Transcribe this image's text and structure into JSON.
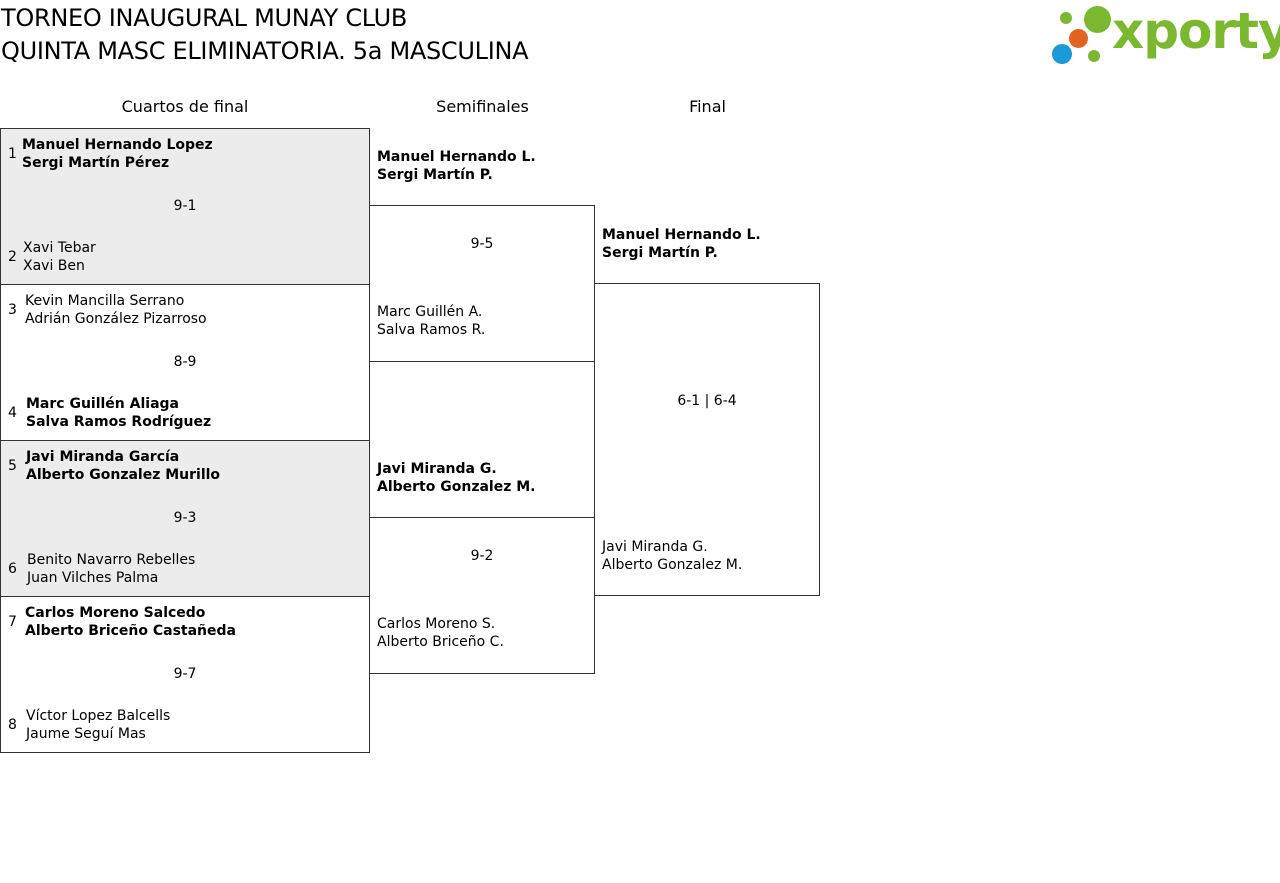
{
  "header": {
    "title_line1": "TORNEO INAUGURAL MUNAY CLUB",
    "title_line2": "QUINTA MASC ELIMINATORIA. 5a MASCULINA"
  },
  "logo": {
    "wordmark": "xporty",
    "colors": {
      "green": "#7cb82f",
      "blue": "#1a9ad6",
      "orange": "#e2641c"
    }
  },
  "rounds": [
    "Cuartos de final",
    "Semifinales",
    "Final"
  ],
  "quarterfinals": [
    {
      "seed_a": "1",
      "a1": "Manuel Hernando Lopez",
      "a2": "Sergi Martín Pérez",
      "a_win": true,
      "score": "9-1",
      "seed_b": "2",
      "b1": "Xavi Tebar",
      "b2": "Xavi Ben",
      "b_win": false
    },
    {
      "seed_a": "3",
      "a1": "Kevin Mancilla Serrano",
      "a2": "Adrián González Pizarroso",
      "a_win": false,
      "score": "8-9",
      "seed_b": "4",
      "b1": "Marc Guillén Aliaga",
      "b2": "Salva Ramos Rodríguez",
      "b_win": true
    },
    {
      "seed_a": "5",
      "a1": "Javi Miranda García",
      "a2": "Alberto Gonzalez Murillo",
      "a_win": true,
      "score": "9-3",
      "seed_b": "6",
      "b1": "Benito Navarro Rebelles",
      "b2": "Juan Vilches Palma",
      "b_win": false
    },
    {
      "seed_a": "7",
      "a1": "Carlos Moreno Salcedo",
      "a2": "Alberto Briceño Castañeda",
      "a_win": true,
      "score": "9-7",
      "seed_b": "8",
      "b1": "Víctor Lopez Balcells",
      "b2": "Jaume Seguí Mas",
      "b_win": false
    }
  ],
  "semifinals": [
    {
      "a1": "Manuel Hernando L.",
      "a2": "Sergi Martín P.",
      "a_win": true,
      "score": "9-5",
      "b1": "Marc Guillén A.",
      "b2": "Salva Ramos R.",
      "b_win": false
    },
    {
      "a1": "Javi Miranda G.",
      "a2": "Alberto Gonzalez M.",
      "a_win": true,
      "score": "9-2",
      "b1": "Carlos Moreno S.",
      "b2": "Alberto Briceño C.",
      "b_win": false
    }
  ],
  "final": {
    "a1": "Manuel Hernando L.",
    "a2": "Sergi Martín P.",
    "a_win": true,
    "score": "6-1 | 6-4",
    "b1": "Javi Miranda G.",
    "b2": "Alberto Gonzalez M.",
    "b_win": false
  }
}
